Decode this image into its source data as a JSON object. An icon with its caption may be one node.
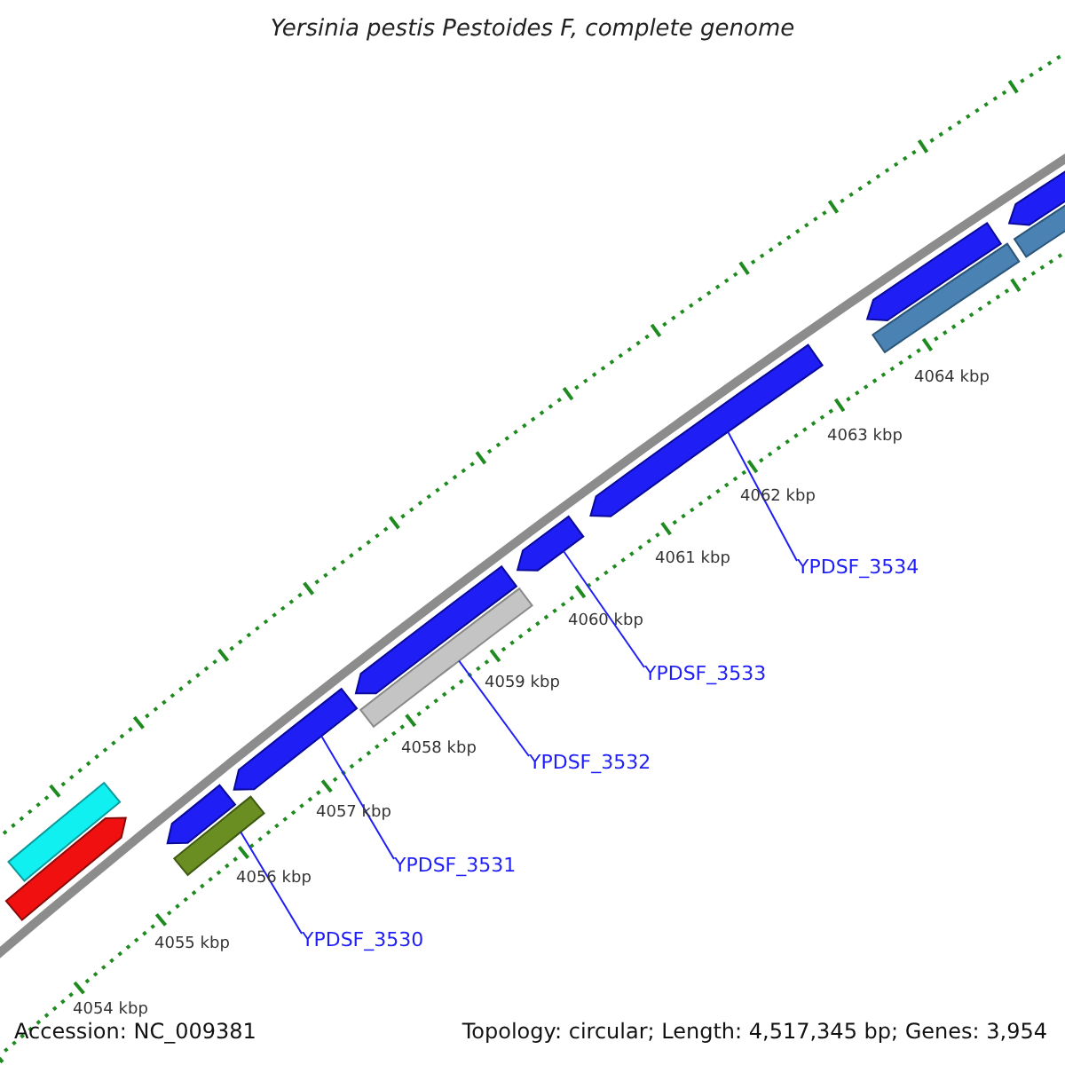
{
  "diagram": {
    "title": "Yersinia pestis Pestoides F, complete genome",
    "nodes": [
      {
        "text": [
          "YPDSF_3534"
        ]
      },
      {
        "text": [
          "YPDSF_3533"
        ]
      },
      {
        "text": [
          "YPDSF_3532"
        ]
      },
      {
        "text": [
          "YPDSF_3531"
        ]
      },
      {
        "text": [
          "YPDSF_3530"
        ]
      },
      {
        "text": [],
        "shape": "arrow"
      },
      {
        "text": [],
        "shape": "bar"
      },
      {
        "text": [],
        "shape": "arrow"
      },
      {
        "text": [],
        "shape": "bar"
      },
      {
        "text": [],
        "shape": "arrow"
      },
      {
        "text": [],
        "shape": "arrow"
      },
      {
        "text": [],
        "shape": "bar"
      },
      {
        "text": [],
        "shape": "arrow"
      },
      {
        "text": [],
        "shape": "arrow"
      },
      {
        "text": [],
        "shape": "bar"
      },
      {
        "text": [],
        "shape": "arrow"
      },
      {
        "text": [],
        "shape": "bar"
      },
      {
        "text": [],
        "shape": "arrow"
      }
    ],
    "edges": [
      {
        "from": 0,
        "to": 9,
        "arrow": "none"
      },
      {
        "from": 1,
        "to": 10,
        "arrow": "none"
      },
      {
        "from": 2,
        "to": 11,
        "arrow": "none"
      },
      {
        "from": 3,
        "to": 13,
        "arrow": "none"
      },
      {
        "from": 4,
        "to": 14,
        "arrow": "none"
      }
    ],
    "labels": [
      "4064 kbp",
      "4063 kbp",
      "4062 kbp",
      "4061 kbp",
      "4060 kbp",
      "4059 kbp",
      "4058 kbp",
      "4057 kbp",
      "4056 kbp",
      "4055 kbp",
      "4054 kbp",
      "Accession: NC_009381",
      "Topology: circular; Length: 4,517,345 bp; Genes: 3,954"
    ]
  }
}
